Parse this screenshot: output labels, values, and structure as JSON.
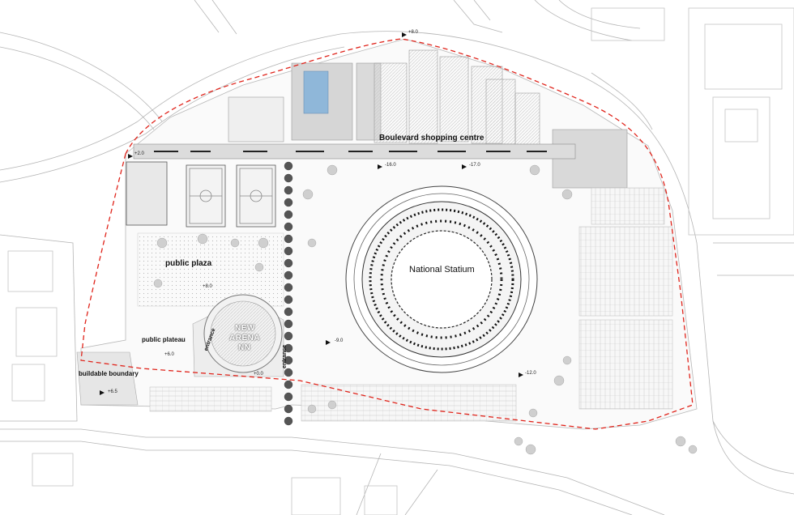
{
  "labels": {
    "boulevard": "Boulevard shopping centre",
    "stadium": "National Statium",
    "public_plaza": "public plaza",
    "public_plateau": "public plateau",
    "buildable_boundary": "buildable boundary",
    "arena_line1": "NEW",
    "arena_line2": "ARENA",
    "arena_line3": "NN",
    "entrance_left": "entrance",
    "entrance_right": "entrance"
  },
  "levels": {
    "top": "+8.0",
    "left": "+2.0",
    "ramp_a": "-16.0",
    "ramp_b": "-17.0",
    "plaza": "+8.0",
    "plateau": "+6.0",
    "boundary": "+6.5",
    "arena": "+0.0",
    "stadium_w": "-9.0",
    "stadium_se": "-12.0"
  },
  "colors": {
    "site_boundary": "#e0241b",
    "building": "#d9d9d9",
    "road_line": "#b5b5b5",
    "plaza_fill": "#ececec"
  }
}
